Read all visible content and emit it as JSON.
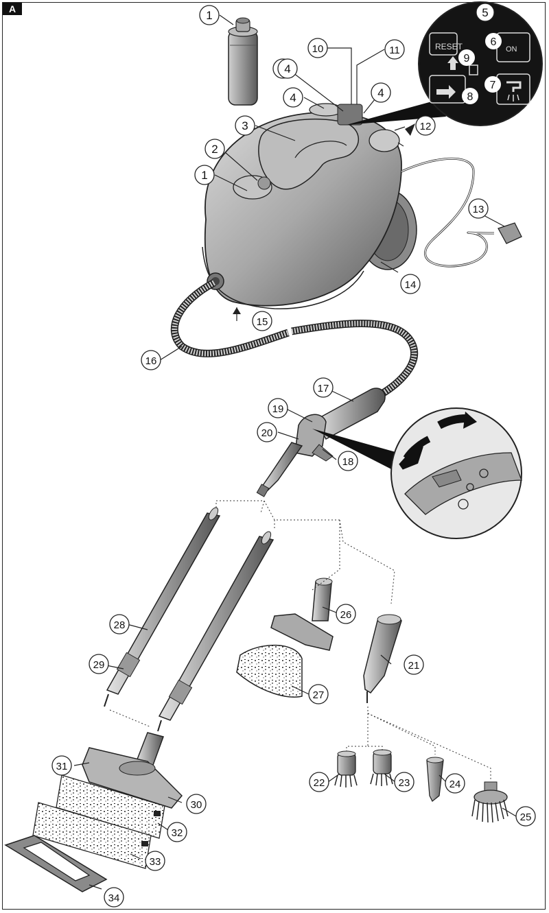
{
  "figure_label": "A",
  "callouts": [
    "1",
    "1",
    "2",
    "3",
    "4",
    "4",
    "4",
    "5",
    "10",
    "11",
    "12",
    "13",
    "14",
    "15",
    "16",
    "17",
    "18",
    "19",
    "20",
    "21",
    "22",
    "23",
    "24",
    "25",
    "26",
    "27",
    "28",
    "29",
    "30",
    "31",
    "32",
    "33",
    "34"
  ],
  "detail_panel": {
    "number": "5",
    "reset_label": "RESET",
    "on_label": "ON",
    "items": [
      "6",
      "7",
      "8",
      "9"
    ]
  },
  "colors": {
    "line": "#222222",
    "body_dark": "#6e6e6e",
    "body_mid": "#9a9a9a",
    "body_light": "#cfcfcf",
    "panel_bg": "#141414"
  }
}
